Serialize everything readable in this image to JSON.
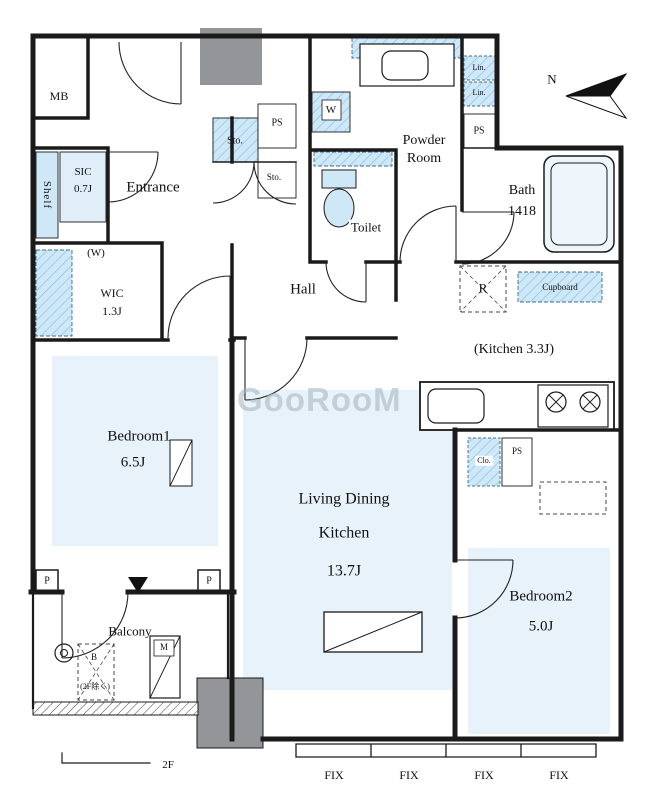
{
  "watermark": "GooRooM",
  "compass_label": "N",
  "floor_note": "2F",
  "rooms": {
    "entrance": {
      "name": "Entrance"
    },
    "hall": {
      "name": "Hall"
    },
    "powder_room": {
      "name": "Powder Room"
    },
    "toilet": {
      "name": "Toilet"
    },
    "bath": {
      "name": "Bath",
      "size": "1418"
    },
    "kitchen": {
      "name": "(Kitchen 3.3J)"
    },
    "bedroom1": {
      "name": "Bedroom1",
      "size": "6.5J"
    },
    "ldk": {
      "line1": "Living Dining",
      "line2": "Kitchen",
      "size": "13.7J"
    },
    "bedroom2": {
      "name": "Bedroom2",
      "size": "5.0J"
    },
    "balcony": {
      "name": "Balcony"
    },
    "wic": {
      "name": "WIC",
      "size": "1.3J"
    },
    "sic": {
      "name": "SIC",
      "size": "0.7J"
    }
  },
  "fixtures": {
    "mb": "MB",
    "shelf": "Shelf",
    "sto_upper": "Sto.",
    "sto_lower": "Sto.",
    "ps_top": "PS",
    "ps_right": "PS",
    "ps_bedroom2": "PS",
    "washer": "W",
    "washer_note": "(W)",
    "lin_upper": "Lin.",
    "lin_lower": "Lin.",
    "refrigerator": "R",
    "cupboard": "Cupboard",
    "closet": "Clo.",
    "balcony_b": "B",
    "balcony_b_note": "(2F除く)",
    "balcony_m": "M",
    "pillar_left": "P",
    "pillar_right": "P"
  },
  "fix_windows": [
    "FIX",
    "FIX",
    "FIX",
    "FIX"
  ],
  "colors": {
    "wall": "#1a1a1a",
    "fixture_blue": "#cfe8f8",
    "floor_tint": "#e7f2fa",
    "block_gray": "#939598"
  }
}
